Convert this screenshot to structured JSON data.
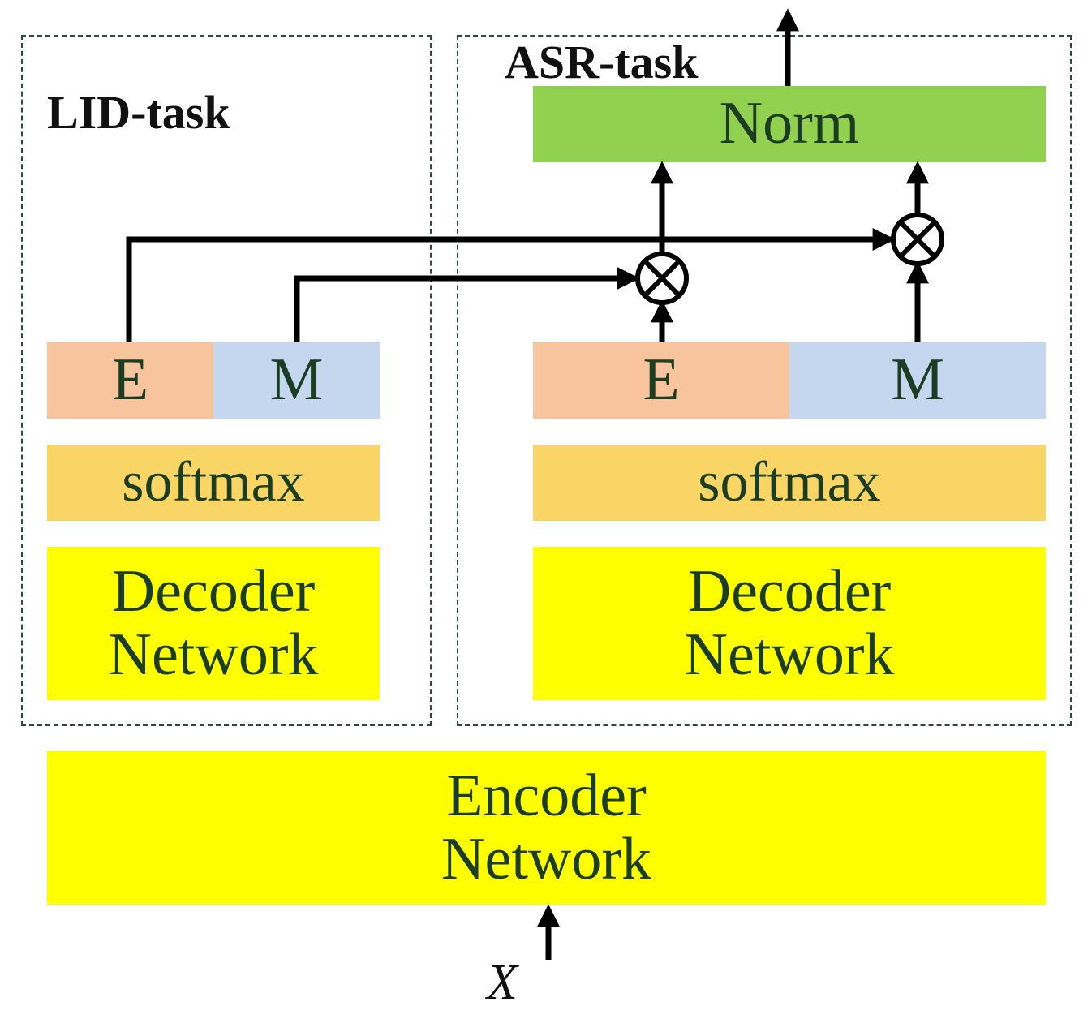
{
  "colors": {
    "e_block": "#f8c49e",
    "m_block": "#c5d7ee",
    "softmax": "#f8d565",
    "network": "#ffff00",
    "norm": "#92d150",
    "text": "#1b3d24",
    "dashed_border": "#2e4a3a",
    "arrow": "#000000"
  },
  "lid_task": {
    "label": "LID-task",
    "e_label": "E",
    "m_label": "M",
    "softmax_label": "softmax",
    "decoder_line1": "Decoder",
    "decoder_line2": "Network"
  },
  "asr_task": {
    "label": "ASR-task",
    "norm_label": "Norm",
    "e_label": "E",
    "m_label": "M",
    "softmax_label": "softmax",
    "decoder_line1": "Decoder",
    "decoder_line2": "Network"
  },
  "encoder": {
    "line1": "Encoder",
    "line2": "Network"
  },
  "input_label": "X",
  "multiply_symbol_icon": "circled-times-icon"
}
